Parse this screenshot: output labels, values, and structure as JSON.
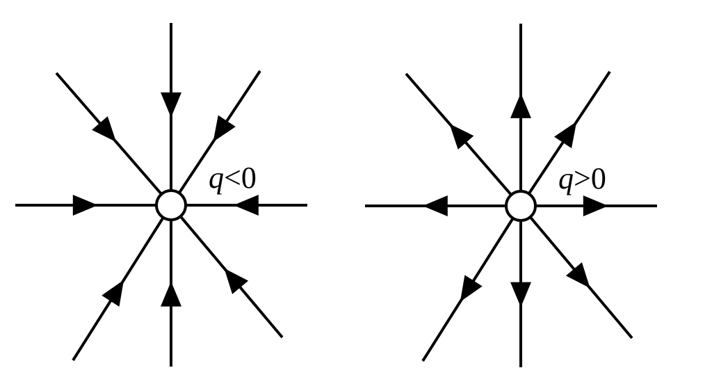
{
  "diagrams": [
    {
      "label_symbol": "q",
      "label_relation": "<0",
      "arrow_direction": "inward"
    },
    {
      "label_symbol": "q",
      "label_relation": ">0",
      "arrow_direction": "outward"
    }
  ],
  "colors": {
    "line": "#000000",
    "charge_fill": "#ffffff",
    "background": "#ffffff"
  }
}
